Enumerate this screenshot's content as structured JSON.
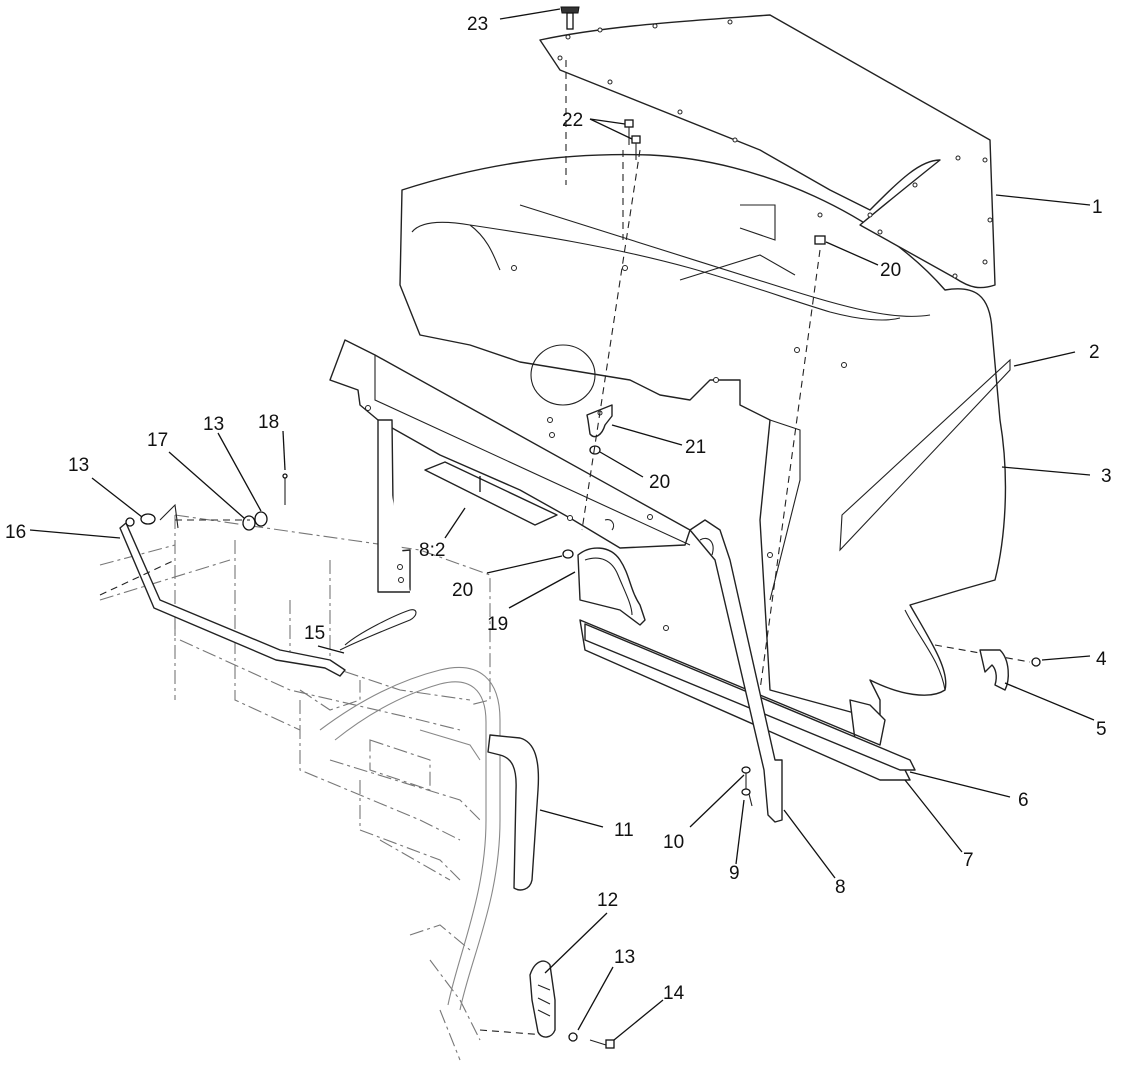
{
  "callouts": [
    {
      "id": "c23",
      "label": "23"
    },
    {
      "id": "c22",
      "label": "22"
    },
    {
      "id": "c1",
      "label": "1"
    },
    {
      "id": "c20a",
      "label": "20"
    },
    {
      "id": "c2",
      "label": "2"
    },
    {
      "id": "c3",
      "label": "3"
    },
    {
      "id": "c21",
      "label": "21"
    },
    {
      "id": "c20b",
      "label": "20"
    },
    {
      "id": "c18",
      "label": "18"
    },
    {
      "id": "c13a",
      "label": "13"
    },
    {
      "id": "c17",
      "label": "17"
    },
    {
      "id": "c13b",
      "label": "13"
    },
    {
      "id": "c16",
      "label": "16"
    },
    {
      "id": "c8-2",
      "label": "8:2"
    },
    {
      "id": "c20c",
      "label": "20"
    },
    {
      "id": "c19",
      "label": "19"
    },
    {
      "id": "c4",
      "label": "4"
    },
    {
      "id": "c5",
      "label": "5"
    },
    {
      "id": "c15",
      "label": "15"
    },
    {
      "id": "c6",
      "label": "6"
    },
    {
      "id": "c11",
      "label": "11"
    },
    {
      "id": "c10",
      "label": "10"
    },
    {
      "id": "c7",
      "label": "7"
    },
    {
      "id": "c9",
      "label": "9"
    },
    {
      "id": "c8",
      "label": "8"
    },
    {
      "id": "c12",
      "label": "12"
    },
    {
      "id": "c13c",
      "label": "13"
    },
    {
      "id": "c14",
      "label": "14"
    }
  ]
}
